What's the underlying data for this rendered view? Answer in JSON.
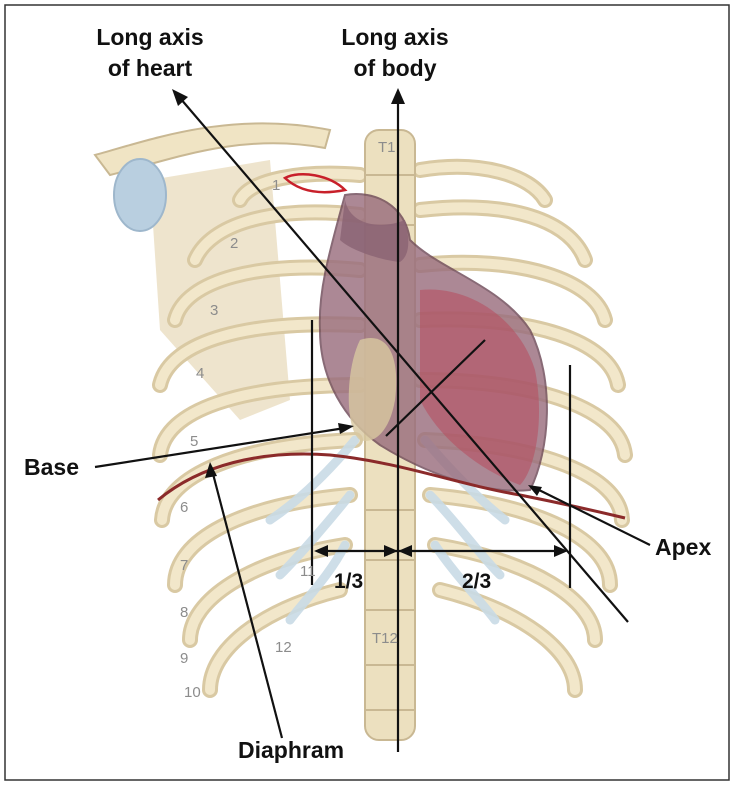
{
  "labels": {
    "long_axis_heart": [
      "Long axis",
      "of heart"
    ],
    "long_axis_body": [
      "Long axis",
      "of body"
    ],
    "base": "Base",
    "apex": "Apex",
    "diaphragm": "Diaphram",
    "one_third": "1/3",
    "two_thirds": "2/3"
  },
  "vertebrae": {
    "t1": "T1",
    "t12": "T12"
  },
  "rib_numbers": [
    "1",
    "2",
    "3",
    "4",
    "5",
    "6",
    "7",
    "8",
    "9",
    "10",
    "11",
    "12"
  ],
  "colors": {
    "bone": "#f0e4c4",
    "bone_edge": "#c9b893",
    "cartilage": "#c9dbe6",
    "heart": "#9a6e7e",
    "heart_red": "#b84a5c",
    "diaphragm_line": "#8b2a2a",
    "annotation": "#111111"
  }
}
